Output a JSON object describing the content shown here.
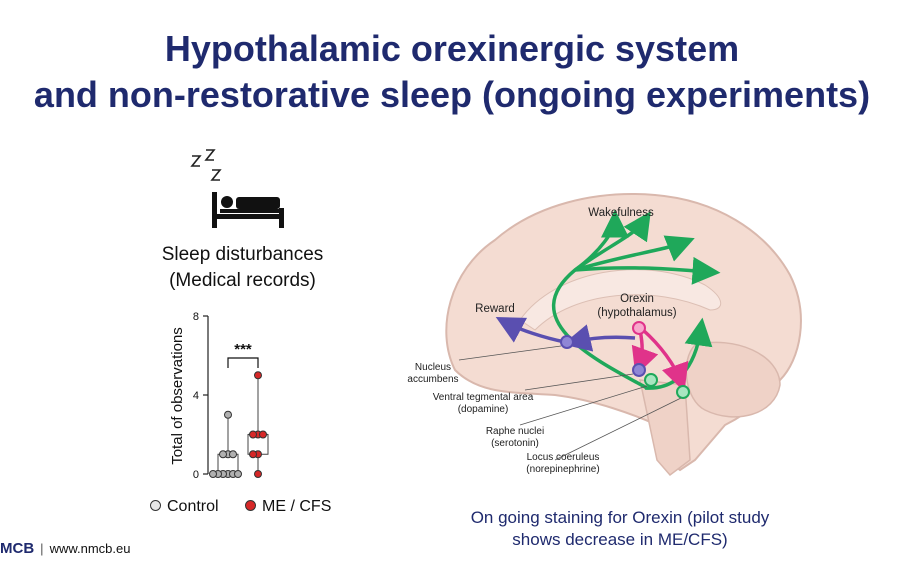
{
  "title": {
    "line1": "Hypothalamic orexinergic system",
    "line2": "and non-restorative sleep (ongoing experiments)"
  },
  "icons": {
    "sleep": "sleeping-in-bed-icon",
    "zzz": "zzz-icon"
  },
  "sleep_label": {
    "line1": "Sleep disturbances",
    "line2": "(Medical records)"
  },
  "chart_data": {
    "type": "scatter",
    "ylabel": "Total of observations",
    "ylim": [
      0,
      8
    ],
    "yticks": [
      "0",
      "4",
      "8"
    ],
    "significance": "***",
    "series": [
      {
        "name": "Control",
        "color": "#b0b0b0",
        "values": [
          0,
          0,
          0,
          0,
          0,
          0,
          1,
          1,
          1,
          3
        ]
      },
      {
        "name": "ME / CFS",
        "color": "#d62828",
        "values": [
          0,
          1,
          1,
          2,
          2,
          2,
          5
        ]
      }
    ]
  },
  "legend": {
    "control": "Control",
    "mecfs": "ME / CFS"
  },
  "brain": {
    "wakefulness": "Wakefulness",
    "reward": "Reward",
    "orexin_1": "Orexin",
    "orexin_2": "(hypothalamus)",
    "nucleus_1": "Nucleus",
    "nucleus_2": "accumbens",
    "vta_1": "Ventral tegmental area",
    "vta_2": "(dopamine)",
    "raphe_1": "Raphe nuclei",
    "raphe_2": "(serotonin)",
    "locus_1": "Locus coeruleus",
    "locus_2": "(norepinephrine)"
  },
  "caption": {
    "line1": "On going staining for Orexin (pilot study",
    "line2": "shows decrease in ME/CFS)"
  },
  "footer": {
    "logo": "MCB",
    "url": "www.nmcb.eu"
  },
  "colors": {
    "title": "#1f2a6e",
    "green": "#1fa85a",
    "pink": "#e0338a",
    "purple": "#5a4fb0",
    "red": "#d62828"
  }
}
